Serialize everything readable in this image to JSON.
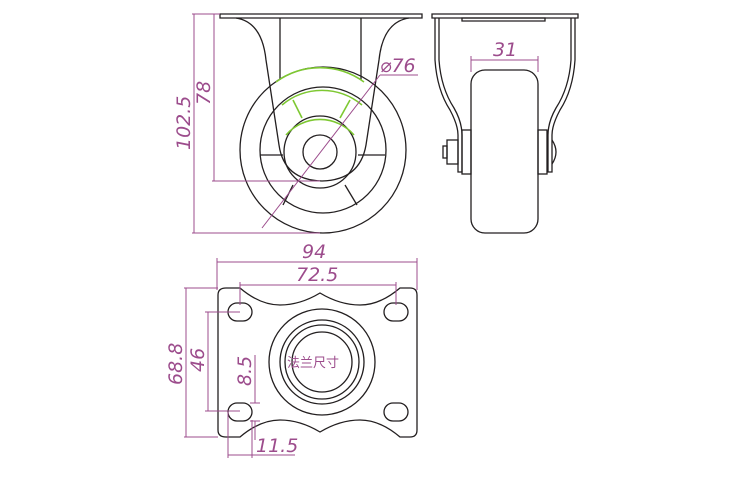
{
  "drawing": {
    "title": "Fixed caster dimension drawing",
    "dimensions": {
      "total_height": "102.5",
      "axle_height": "78",
      "wheel_diameter": "⌀76",
      "wheel_width": "31",
      "plate_length": "94",
      "hole_spacing_length": "72.5",
      "plate_width": "68.8",
      "hole_spacing_width": "46",
      "hole_slot": "8.5",
      "hole_offset": "11.5"
    },
    "flange_label": "法兰尺寸",
    "colors": {
      "line": "#231f20",
      "dimension": "#9c4c8c",
      "highlight": "#7ec832"
    }
  }
}
